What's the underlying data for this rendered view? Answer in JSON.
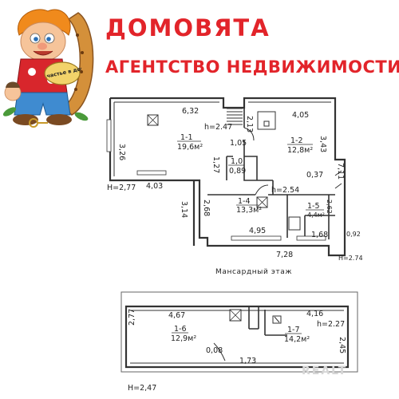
{
  "brand": {
    "name": "ДОМОВЯТА",
    "tagline": "АГЕНТСТВО НЕДВИЖИМОСТИ",
    "logo_sign": "Счастье в дом",
    "color": "#e2242a"
  },
  "plan_top": {
    "caption": "Мансардный этаж",
    "dimensions": [
      "6,32",
      "4,05",
      "3,26",
      "3,43",
      "4,03",
      "1,05",
      "2,13",
      "1,27",
      "0,37",
      "7,11",
      "3,14",
      "2,68",
      "4,95",
      "1,68",
      "7,28",
      "2,62",
      "0,92"
    ],
    "heights": [
      "h=2.47",
      "H=2,77",
      "h=2.54",
      "H=2.74"
    ],
    "rooms": [
      {
        "id": "1-1",
        "area": "19,6м²"
      },
      {
        "id": "1-2",
        "area": "12,8м²"
      },
      {
        "id": "1-4",
        "area": "13,3м²"
      },
      {
        "id": "1-5",
        "area": "4,4м²"
      },
      {
        "id": "1,0",
        "area": "0,89"
      }
    ]
  },
  "plan_bottom": {
    "dimensions": [
      "4,67",
      "4,16",
      "2,77",
      "2,45",
      "0,08",
      "1,73"
    ],
    "heights": [
      "h=2.27",
      "H=2,47"
    ],
    "rooms": [
      {
        "id": "1-6",
        "area": "12,9м²"
      },
      {
        "id": "1-7",
        "area": "14,2м²"
      }
    ]
  },
  "watermark": "REALT"
}
